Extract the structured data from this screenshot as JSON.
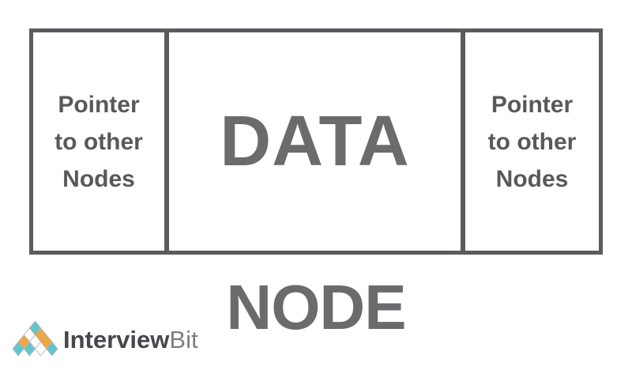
{
  "diagram": {
    "left_cell": {
      "lines": [
        "Pointer",
        "to other",
        "Nodes"
      ]
    },
    "center_cell": {
      "label": "DATA"
    },
    "right_cell": {
      "lines": [
        "Pointer",
        "to other",
        "Nodes"
      ]
    },
    "caption": "NODE",
    "colors": {
      "border": "#5a5b5e",
      "pointer_text": "#58595b",
      "heading_text": "#6b6b6d"
    }
  },
  "logo": {
    "brand_primary": "Interview",
    "brand_secondary": "Bit",
    "icon_name": "diamond-pyramid-icon",
    "colors": {
      "teal": "#66c5cc",
      "orange": "#f2a63f",
      "white": "#ffffff",
      "outline": "#b3b7b9",
      "primary_text": "#46474b",
      "secondary_text": "#7e7f81"
    },
    "pyramid_rows": [
      [
        "teal"
      ],
      [
        "white",
        "orange"
      ],
      [
        "orange",
        "white",
        "orange"
      ],
      [
        "teal",
        "teal",
        "white",
        "teal"
      ]
    ]
  }
}
